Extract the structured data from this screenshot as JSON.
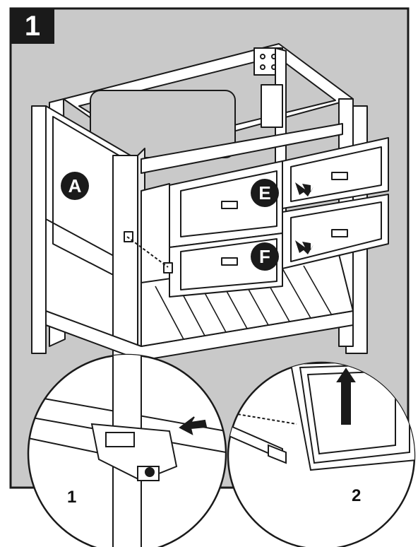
{
  "step": {
    "number": "1"
  },
  "part_labels": {
    "a": "A",
    "e": "E",
    "f": "F"
  },
  "details": {
    "left": "1",
    "right": "2"
  },
  "colors": {
    "background": "#c9c9c9",
    "line": "#1a1a1a",
    "fill": "#ffffff",
    "badge": "#1a1a1a"
  },
  "icons": [
    "arrow-icon",
    "arrow-up-icon"
  ]
}
